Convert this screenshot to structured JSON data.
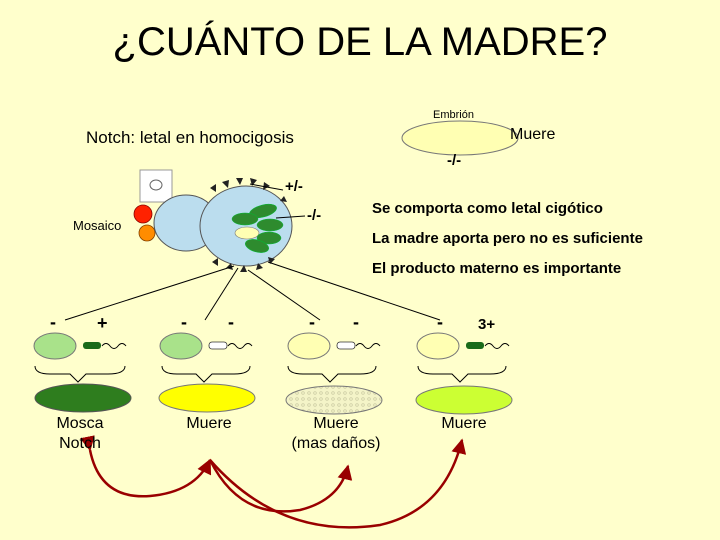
{
  "title": "¿CUÁNTO DE LA MADRE?",
  "embryo": {
    "label": "Embrión",
    "genotype": "-/-",
    "fate": "Muere"
  },
  "notch_note": "Notch: letal en homocigosis",
  "ovary": {
    "mosaic_label": "Mosaico",
    "genotype_top": "+/-",
    "genotype_clone": "-/-"
  },
  "statements": [
    "Se comporta como letal cigótico",
    "La madre aporta pero no es suficiente",
    "El producto materno es importante"
  ],
  "crosses": [
    {
      "mother_allele": "-",
      "father_allele": "+",
      "result": "Mosca\nNotch",
      "egg_color": "#A9E28A",
      "embryo_color": "#2E7D1E"
    },
    {
      "mother_allele": "-",
      "father_allele": "-",
      "result": "Muere",
      "egg_color": "#A9E28A",
      "embryo_color": "#FFFF00"
    },
    {
      "mother_allele": "-",
      "father_allele": "-",
      "result": "Muere\n(mas daños)",
      "egg_color": "#FFFFB3",
      "embryo_color": "#F4F4C8"
    },
    {
      "mother_allele": "-",
      "father_allele": "3+",
      "result": "Muere",
      "egg_color": "#FFFFB3",
      "embryo_color": "#CCFF33"
    }
  ],
  "colors": {
    "background": "#FFFFCC",
    "arrow": "#990000",
    "egg_green": "#A9E28A",
    "egg_yellow": "#FFFFB3",
    "sperm_head": "#1A6B1A"
  }
}
